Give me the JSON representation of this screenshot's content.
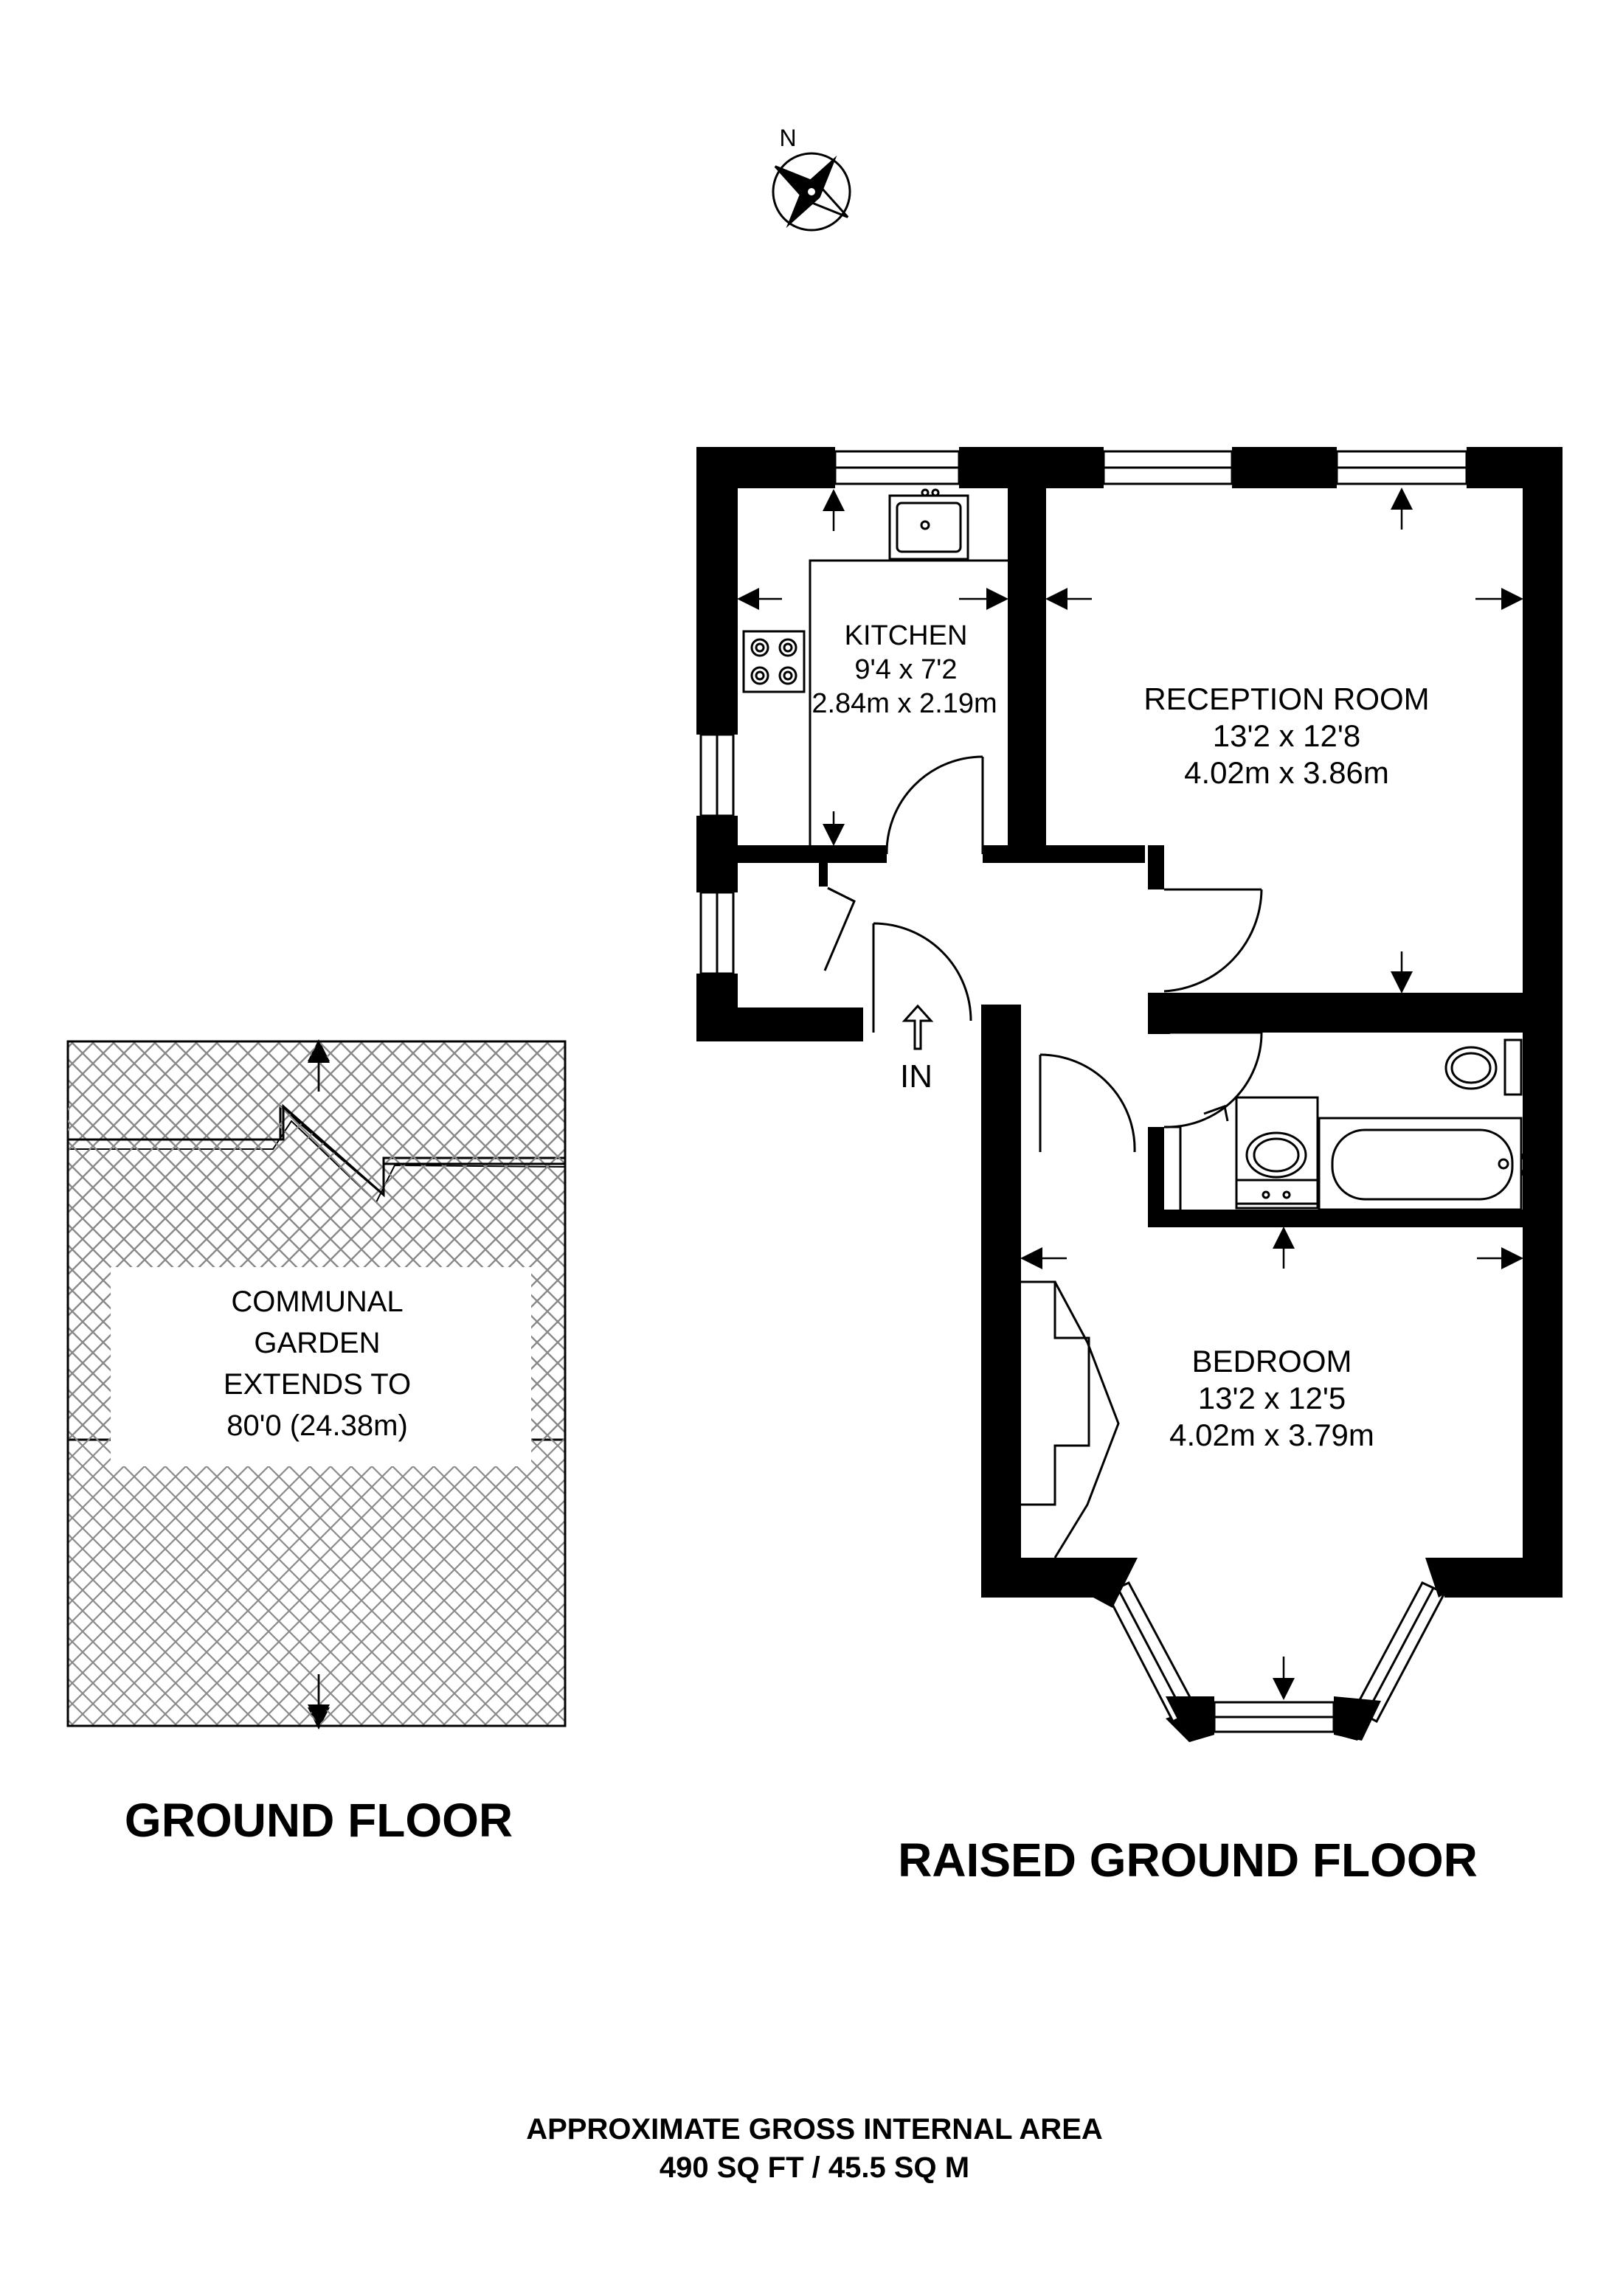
{
  "compass": {
    "north_label": "N"
  },
  "entrance": {
    "label": "IN"
  },
  "rooms": {
    "kitchen": {
      "name": "KITCHEN",
      "imperial": "9'4 x 7'2",
      "metric": "2.84m x 2.19m"
    },
    "reception": {
      "name": "RECEPTION ROOM",
      "imperial": "13'2 x 12'8",
      "metric": "4.02m x 3.86m"
    },
    "bedroom": {
      "name": "BEDROOM",
      "imperial": "13'2 x 12'5",
      "metric": "4.02m x 3.79m"
    }
  },
  "garden": {
    "lines": [
      "COMMUNAL",
      "GARDEN",
      "EXTENDS TO",
      "80'0 (24.38m)"
    ]
  },
  "floors": {
    "ground": "GROUND FLOOR",
    "raised_ground": "RAISED GROUND FLOOR"
  },
  "area": {
    "title": "APPROXIMATE GROSS INTERNAL AREA",
    "value": "490 SQ FT / 45.5 SQ M"
  },
  "colors": {
    "wall": "#000000",
    "hatch": "#8a8a8a",
    "background": "#ffffff"
  }
}
